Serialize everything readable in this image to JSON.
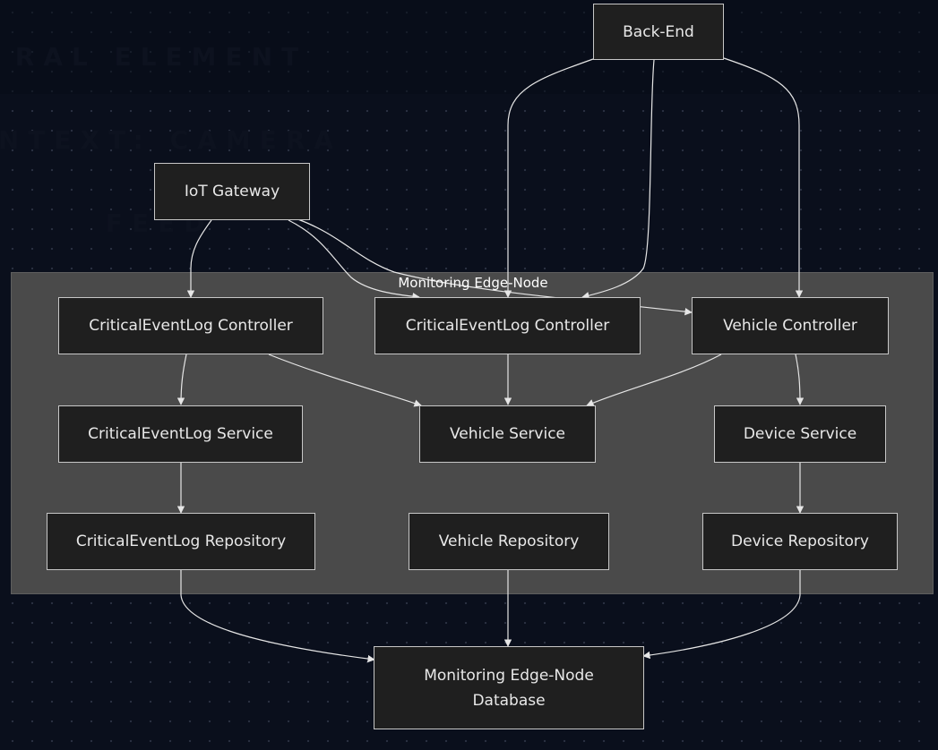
{
  "background_text": [
    "RAL ELEMENT",
    "NTEXT: CAMERA",
    "FEED"
  ],
  "cluster": {
    "label": "Monitoring Edge-Node"
  },
  "nodes": {
    "backend": "Back-End",
    "iot_gateway": "IoT Gateway",
    "cel_controller_1": "CriticalEventLog Controller",
    "cel_controller_2": "CriticalEventLog Controller",
    "vehicle_controller": "Vehicle Controller",
    "cel_service": "CriticalEventLog Service",
    "vehicle_service": "Vehicle Service",
    "device_service": "Device Service",
    "cel_repository": "CriticalEventLog Repository",
    "vehicle_repository": "Vehicle Repository",
    "device_repository": "Device Repository",
    "database_line1": "Monitoring Edge-Node",
    "database_line2": "Database"
  },
  "colors": {
    "background": "#0a0f1c",
    "cluster_fill": "#4a4a4a",
    "node_fill": "#1f1f1f",
    "node_border": "#c7c7c7",
    "edge": "#e6e6e6"
  }
}
